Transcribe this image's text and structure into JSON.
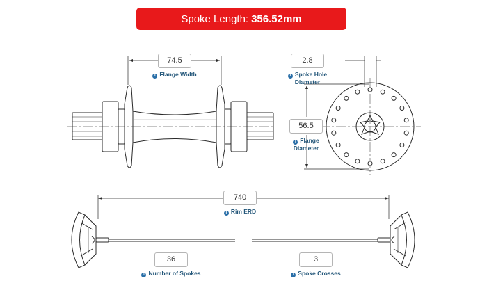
{
  "banner": {
    "label": "Spoke Length:",
    "value": "356.52mm"
  },
  "fields": {
    "flange_width": {
      "value": "74.5",
      "label": "Flange Width"
    },
    "spoke_hole_diameter": {
      "value": "2.8",
      "label_line1": "Spoke Hole",
      "label_line2": "Diameter"
    },
    "flange_diameter": {
      "value": "56.5",
      "label_line1": "Flange",
      "label_line2": "Diameter"
    },
    "rim_erd": {
      "value": "740",
      "label": "Rim ERD"
    },
    "number_of_spokes": {
      "value": "36",
      "label": "Number of Spokes"
    },
    "spoke_crosses": {
      "value": "3",
      "label": "Spoke Crosses"
    }
  },
  "icons": {
    "info": "info-circle-icon",
    "info_glyph": "i"
  },
  "colors": {
    "banner": "#e8191b",
    "label_text": "#24577a",
    "info_icon": "#2a6fa8",
    "drawing_line": "#2b2b2b"
  }
}
